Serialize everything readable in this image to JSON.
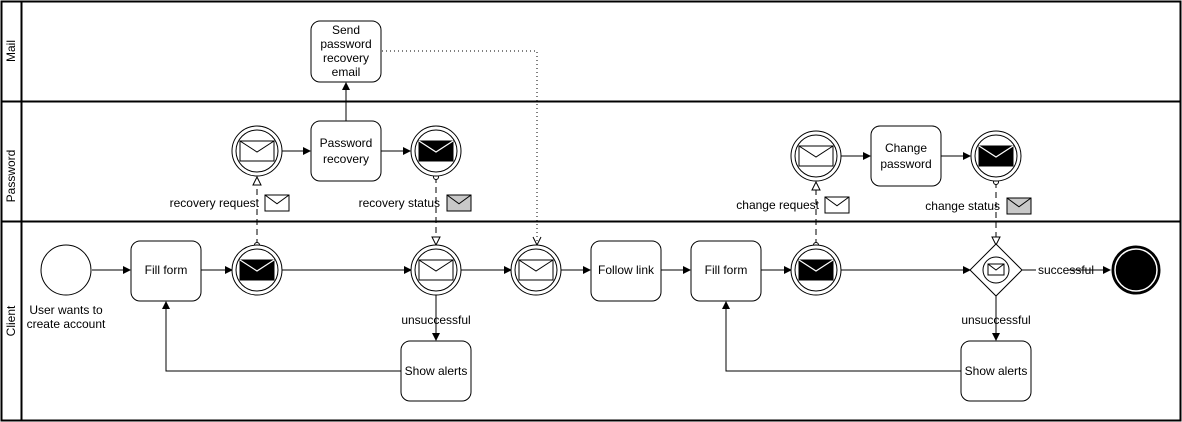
{
  "lanes": [
    {
      "name": "Mail"
    },
    {
      "name": "Password"
    },
    {
      "name": "Client"
    }
  ],
  "tasks": {
    "send_email": [
      "Send",
      "password",
      "recovery",
      "email"
    ],
    "password_recovery": [
      "Password",
      "recovery"
    ],
    "change_password": [
      "Change",
      "password"
    ],
    "fill_form_1": [
      "Fill form"
    ],
    "follow_link": [
      "Follow link"
    ],
    "fill_form_2": [
      "Fill form"
    ],
    "show_alerts_1": [
      "Show alerts"
    ],
    "show_alerts_2": [
      "Show alerts"
    ]
  },
  "start_event_label": [
    "User wants to",
    "create account"
  ],
  "message_labels": {
    "recovery_request": "recovery request",
    "recovery_status": "recovery status",
    "change_request": "change request",
    "change_status": "change status"
  },
  "flow_labels": {
    "unsuccessful_1": "unsuccessful",
    "unsuccessful_2": "unsuccessful",
    "successful": "successful"
  },
  "colors": {
    "line": "#000000",
    "background": "#ffffff",
    "message_grey": "#c8c8c8"
  }
}
